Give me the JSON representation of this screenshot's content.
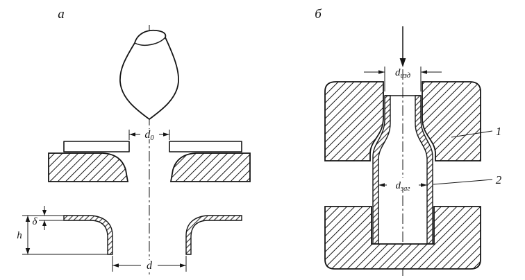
{
  "colors": {
    "ink": "#151515",
    "paper": "#ffffff"
  },
  "panel_a": {
    "label": "а",
    "dim_d0": {
      "base": "d",
      "sub": "0"
    },
    "dim_d": "d",
    "dim_h": "h",
    "dim_delta": "δ"
  },
  "panel_b": {
    "label": "б",
    "dim_izd": {
      "base": "d",
      "sub": "изд"
    },
    "dim_zag": {
      "base": "d",
      "sub": "заг"
    },
    "callout_die": "1",
    "callout_workpiece": "2"
  }
}
